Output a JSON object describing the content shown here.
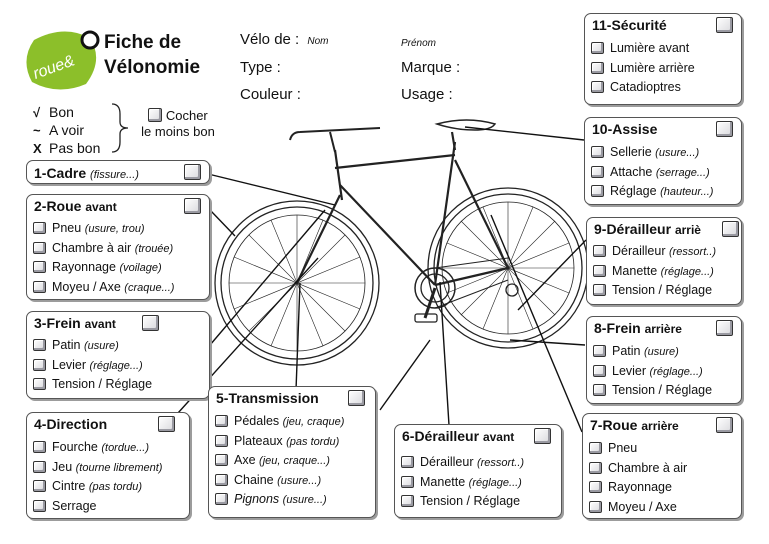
{
  "logo": {
    "text": "roue&O"
  },
  "title": {
    "line1": "Fiche de",
    "line2": "Vélonomie"
  },
  "form": {
    "velo_label": "Vélo de :",
    "nom_hint": "Nom",
    "prenom_hint": "Prénom",
    "type_label": "Type :",
    "marque_label": "Marque :",
    "couleur_label": "Couleur :",
    "usage_label": "Usage :"
  },
  "legend": {
    "bon": "Bon",
    "avoir": "A voir",
    "pasbon": "Pas bon",
    "cocher1": "Cocher",
    "cocher2": "le moins bon"
  },
  "sections": {
    "cadre": {
      "title": "1-Cadre",
      "hint": "(fissure...)"
    },
    "roue_av": {
      "title": "2-Roue",
      "sub": "avant",
      "items": [
        {
          "label": "Pneu",
          "hint": "(usure, trou)"
        },
        {
          "label": "Chambre à air",
          "hint": "(trouée)"
        },
        {
          "label": "Rayonnage",
          "hint": "(voilage)"
        },
        {
          "label": "Moyeu / Axe",
          "hint": "(craque...)"
        }
      ]
    },
    "frein_av": {
      "title": "3-Frein",
      "sub": "avant",
      "items": [
        {
          "label": "Patin",
          "hint": "(usure)"
        },
        {
          "label": "Levier",
          "hint": "(réglage...)"
        },
        {
          "label": "Tension / Réglage",
          "hint": ""
        }
      ]
    },
    "direction": {
      "title": "4-Direction",
      "items": [
        {
          "label": "Fourche",
          "hint": "(tordue...)"
        },
        {
          "label": "Jeu",
          "hint": "(tourne librement)"
        },
        {
          "label": "Cintre",
          "hint": "(pas tordu)"
        },
        {
          "label": "Serrage",
          "hint": ""
        }
      ]
    },
    "transmission": {
      "title": "5-Transmission",
      "items": [
        {
          "label": "Pédales",
          "hint": "(jeu, craque)"
        },
        {
          "label": "Plateaux",
          "hint": "(pas tordu)"
        },
        {
          "label": "Axe",
          "hint": "(jeu, craque...)"
        },
        {
          "label": "Chaine",
          "hint": "(usure...)"
        },
        {
          "label": "Pignons",
          "hint": "(usure...)"
        }
      ]
    },
    "derailleur_av": {
      "title": "6-Dérailleur",
      "sub": "avant",
      "items": [
        {
          "label": "Dérailleur",
          "hint": "(ressort..)"
        },
        {
          "label": "Manette",
          "hint": "(réglage...)"
        },
        {
          "label": "Tension / Réglage",
          "hint": ""
        }
      ]
    },
    "roue_ar": {
      "title": "7-Roue",
      "sub": "arrière",
      "items": [
        {
          "label": "Pneu",
          "hint": ""
        },
        {
          "label": "Chambre à air",
          "hint": ""
        },
        {
          "label": "Rayonnage",
          "hint": ""
        },
        {
          "label": "Moyeu / Axe",
          "hint": ""
        }
      ]
    },
    "frein_ar": {
      "title": "8-Frein",
      "sub": "arrière",
      "items": [
        {
          "label": "Patin",
          "hint": "(usure)"
        },
        {
          "label": "Levier",
          "hint": "(réglage...)"
        },
        {
          "label": "Tension / Réglage",
          "hint": ""
        }
      ]
    },
    "derailleur_ar": {
      "title": "9-Dérailleur",
      "sub": "arriè",
      "items": [
        {
          "label": "Dérailleur",
          "hint": "(ressort..)"
        },
        {
          "label": "Manette",
          "hint": "(réglage...)"
        },
        {
          "label": "Tension / Réglage",
          "hint": ""
        }
      ]
    },
    "assise": {
      "title": "10-Assise",
      "items": [
        {
          "label": "Sellerie",
          "hint": "(usure...)"
        },
        {
          "label": "Attache",
          "hint": "(serrage...)"
        },
        {
          "label": "Réglage",
          "hint": "(hauteur...)"
        }
      ]
    },
    "securite": {
      "title": "11-Sécurité",
      "items": [
        {
          "label": "Lumière avant",
          "hint": ""
        },
        {
          "label": "Lumière arrière",
          "hint": ""
        },
        {
          "label": "Catadioptres",
          "hint": ""
        }
      ]
    }
  },
  "colors": {
    "logo_green": "#8cbf2a",
    "border": "#555555",
    "line": "#111111"
  }
}
